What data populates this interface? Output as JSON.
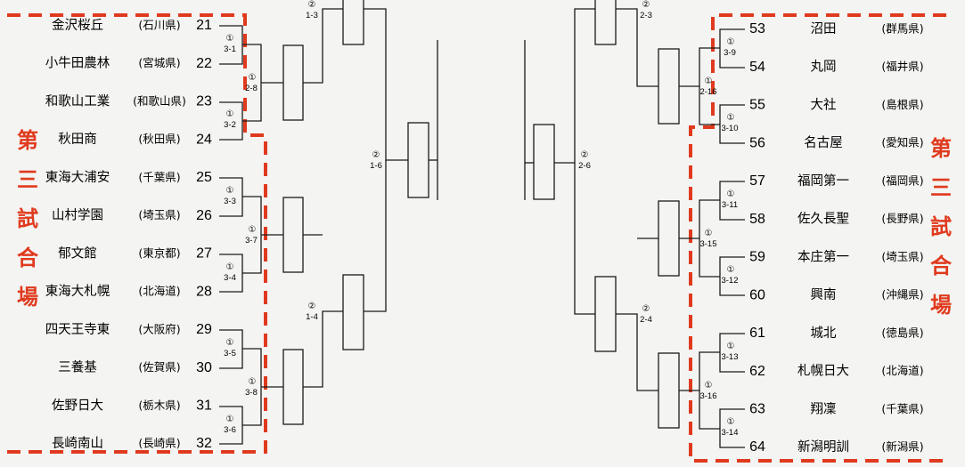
{
  "venue": {
    "label_chars": [
      "第",
      "三",
      "試",
      "合",
      "場"
    ],
    "color": "#e03a1e"
  },
  "line_color": "#1a1a1a",
  "left_teams": [
    {
      "seed": "21",
      "name": "金沢桜丘",
      "pref": "(石川県)"
    },
    {
      "seed": "22",
      "name": "小牛田農林",
      "pref": "(宮城県)"
    },
    {
      "seed": "23",
      "name": "和歌山工業",
      "pref": "(和歌山県)"
    },
    {
      "seed": "24",
      "name": "秋田商",
      "pref": "(秋田県)"
    },
    {
      "seed": "25",
      "name": "東海大浦安",
      "pref": "(千葉県)"
    },
    {
      "seed": "26",
      "name": "山村学園",
      "pref": "(埼玉県)"
    },
    {
      "seed": "27",
      "name": "郁文館",
      "pref": "(東京都)"
    },
    {
      "seed": "28",
      "name": "東海大札幌",
      "pref": "(北海道)"
    },
    {
      "seed": "29",
      "name": "四天王寺東",
      "pref": "(大阪府)"
    },
    {
      "seed": "30",
      "name": "三養基",
      "pref": "(佐賀県)"
    },
    {
      "seed": "31",
      "name": "佐野日大",
      "pref": "(栃木県)"
    },
    {
      "seed": "32",
      "name": "長崎南山",
      "pref": "(長崎県)"
    }
  ],
  "right_teams": [
    {
      "seed": "53",
      "name": "沼田",
      "pref": "(群馬県)"
    },
    {
      "seed": "54",
      "name": "丸岡",
      "pref": "(福井県)"
    },
    {
      "seed": "55",
      "name": "大社",
      "pref": "(島根県)"
    },
    {
      "seed": "56",
      "name": "名古屋",
      "pref": "(愛知県)"
    },
    {
      "seed": "57",
      "name": "福岡第一",
      "pref": "(福岡県)"
    },
    {
      "seed": "58",
      "name": "佐久長聖",
      "pref": "(長野県)"
    },
    {
      "seed": "59",
      "name": "本庄第一",
      "pref": "(埼玉県)"
    },
    {
      "seed": "60",
      "name": "興南",
      "pref": "(沖縄県)"
    },
    {
      "seed": "61",
      "name": "城北",
      "pref": "(徳島県)"
    },
    {
      "seed": "62",
      "name": "札幌日大",
      "pref": "(北海道)"
    },
    {
      "seed": "63",
      "name": "翔凜",
      "pref": "(千葉県)"
    },
    {
      "seed": "64",
      "name": "新潟明訓",
      "pref": "(新潟県)"
    }
  ],
  "left_first_round": [
    {
      "round": "①",
      "code": "3-1"
    },
    {
      "round": "①",
      "code": "3-2"
    },
    {
      "round": "①",
      "code": "3-3"
    },
    {
      "round": "①",
      "code": "3-4"
    },
    {
      "round": "①",
      "code": "3-5"
    },
    {
      "round": "①",
      "code": "3-6"
    }
  ],
  "left_second_round": [
    {
      "round": "①",
      "code": "2-8"
    },
    {
      "round": "①",
      "code": "3-7"
    },
    {
      "round": "①",
      "code": "3-8"
    }
  ],
  "right_first_round": [
    {
      "round": "①",
      "code": "3-9"
    },
    {
      "round": "①",
      "code": "3-10"
    },
    {
      "round": "①",
      "code": "3-11"
    },
    {
      "round": "①",
      "code": "3-12"
    },
    {
      "round": "①",
      "code": "3-13"
    },
    {
      "round": "①",
      "code": "3-14"
    }
  ],
  "right_second_round": [
    {
      "round": "①",
      "code": "2-16"
    },
    {
      "round": "①",
      "code": "3-15"
    },
    {
      "round": "①",
      "code": "3-16"
    }
  ],
  "upper_matches": [
    {
      "round": "②",
      "code": "1-3"
    },
    {
      "round": "②",
      "code": "2-3"
    }
  ],
  "middle_matches": [
    {
      "round": "②",
      "code": "1-6"
    },
    {
      "round": "②",
      "code": "2-6"
    }
  ],
  "lower_matches": [
    {
      "round": "②",
      "code": "1-4"
    },
    {
      "round": "②",
      "code": "2-4"
    }
  ]
}
